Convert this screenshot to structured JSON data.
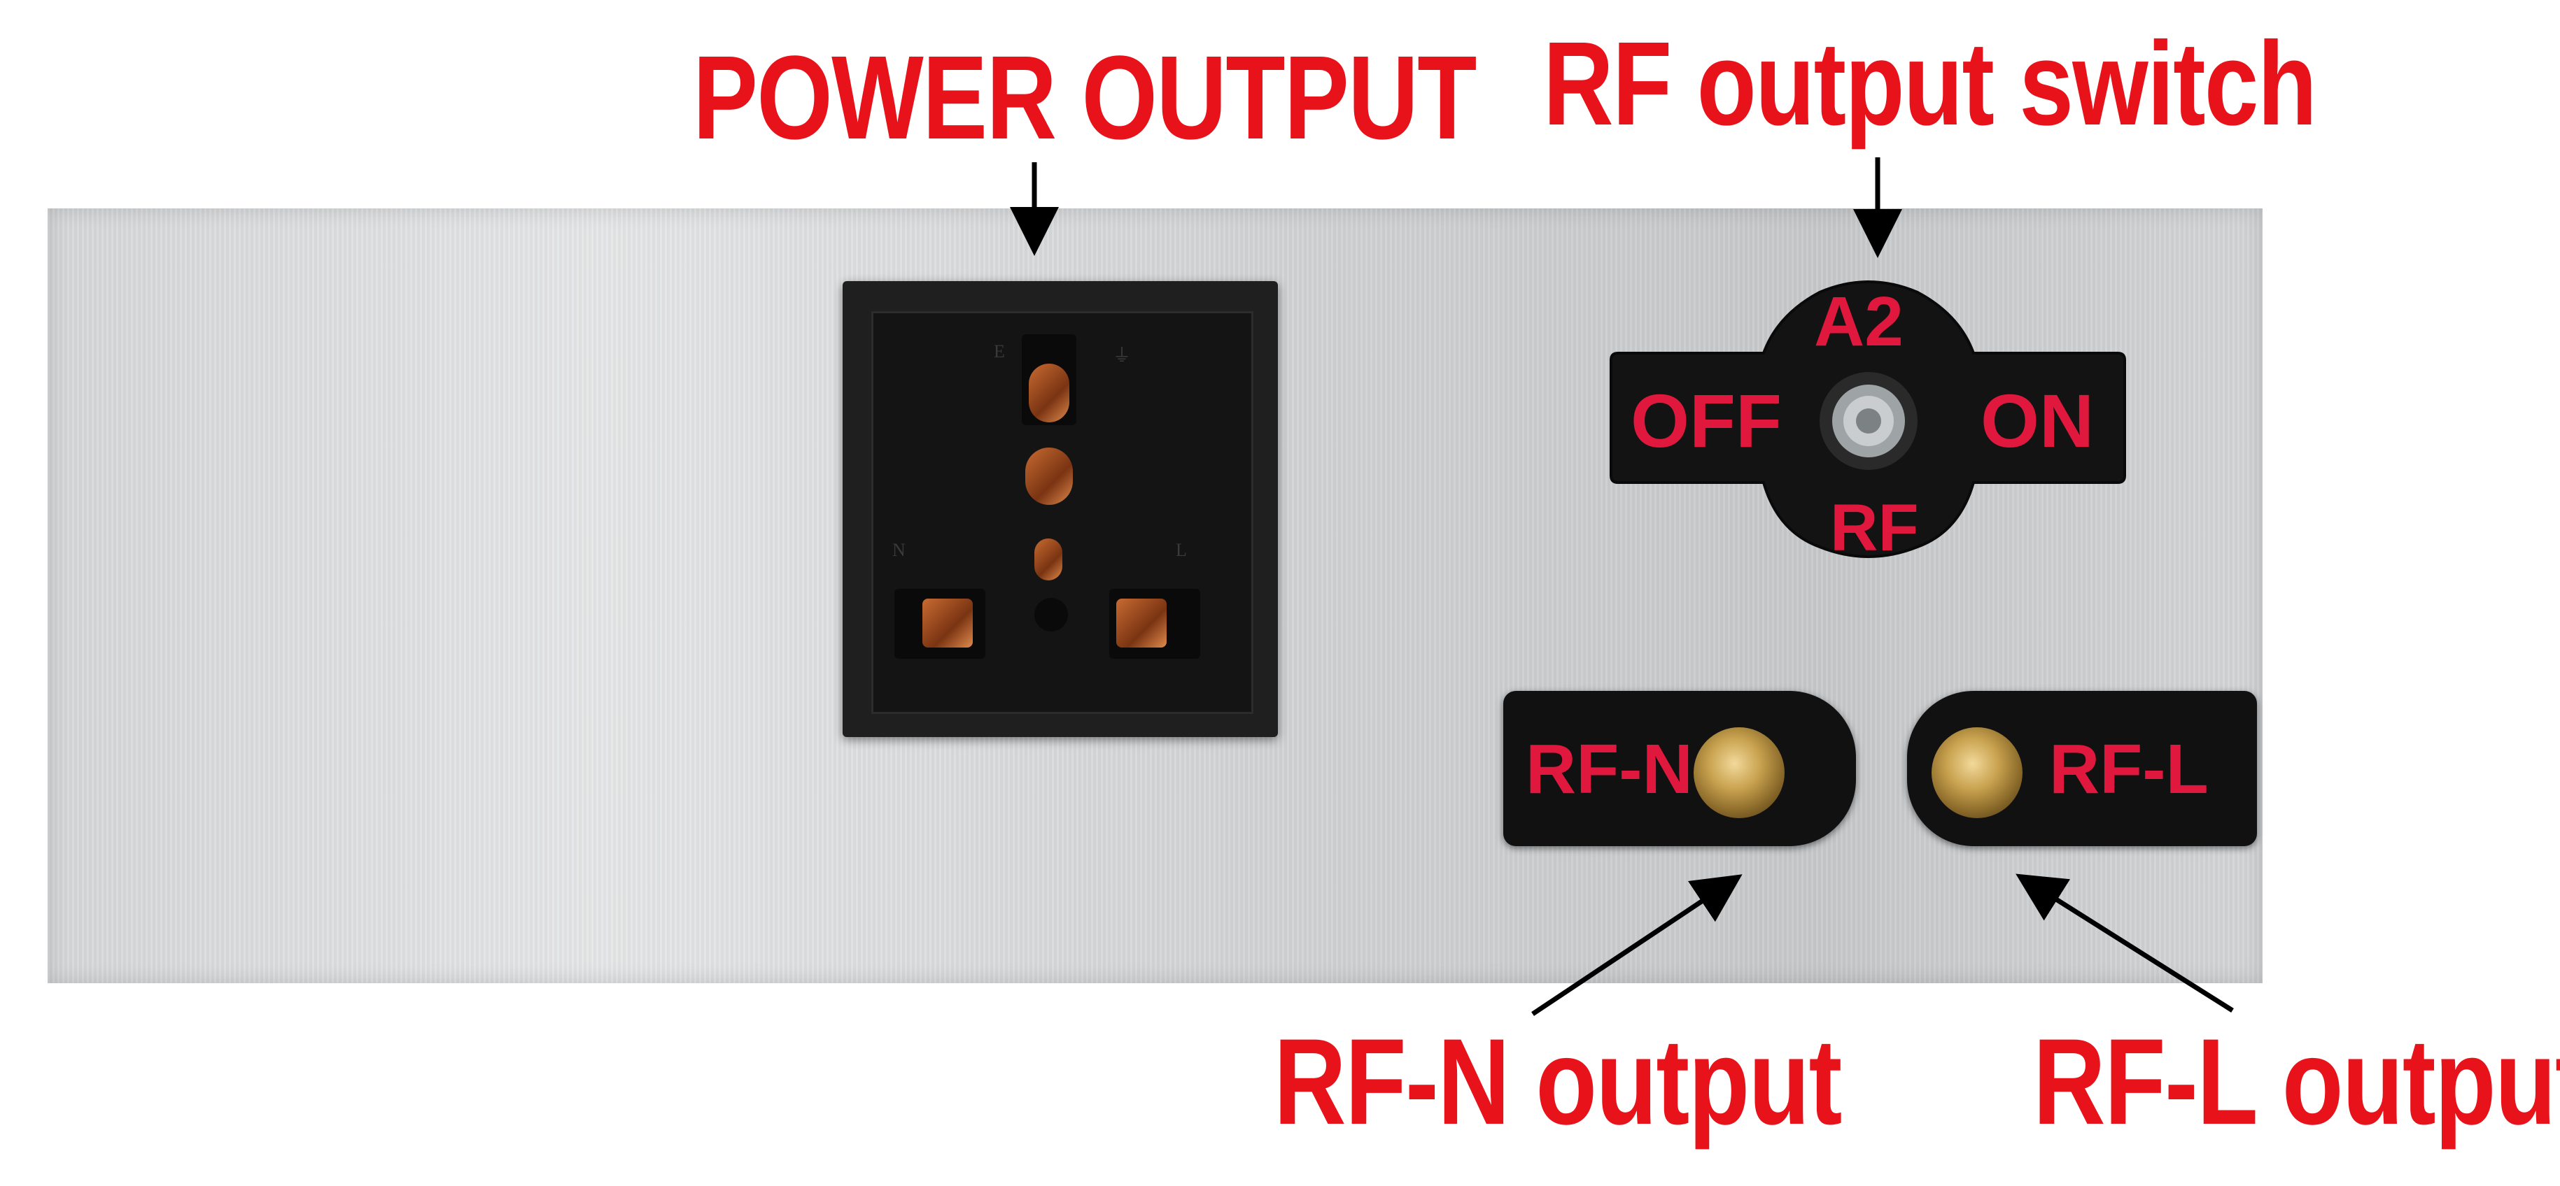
{
  "callouts": {
    "power_output": "POWER OUTPUT",
    "rf_output_switch": "RF output switch",
    "rf_n_output": "RF-N output",
    "rf_l_output": "RF-L output"
  },
  "switch_plate": {
    "top": "A2",
    "left": "OFF",
    "right": "ON",
    "bottom": "RF"
  },
  "ports": {
    "rf_n": "RF-N",
    "rf_l": "RF-L"
  },
  "socket": {
    "earth": "E",
    "neutral": "N",
    "live": "L"
  },
  "colors": {
    "callout_red": "#e8121a",
    "plate_text_red": "#e0183d",
    "panel": "#d6d8da"
  }
}
